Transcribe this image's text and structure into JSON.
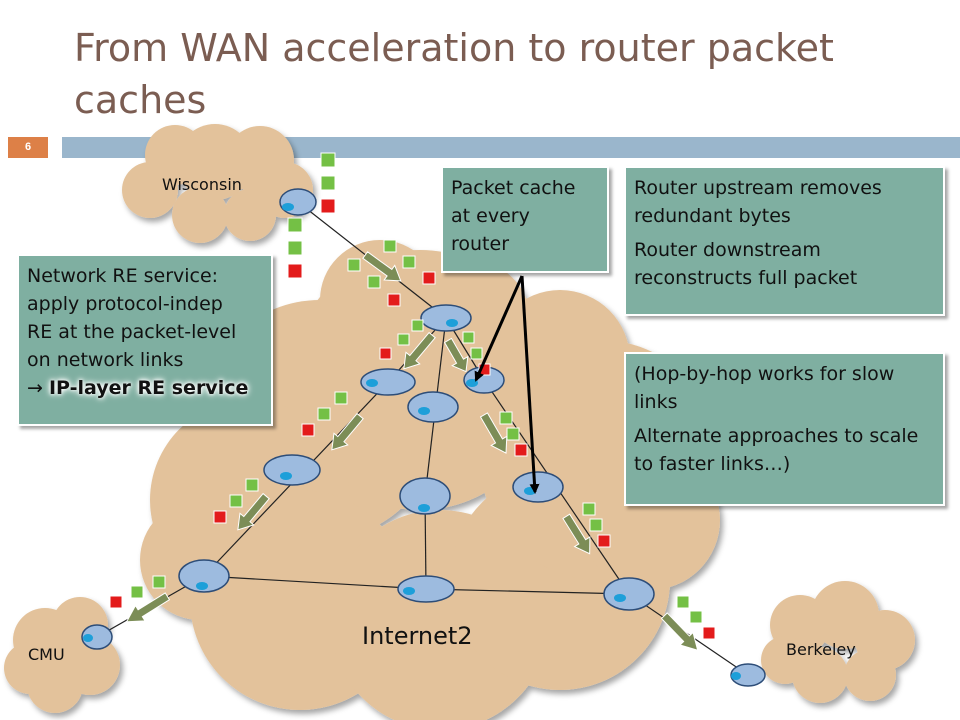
{
  "slide": {
    "title": "From WAN acceleration to router packet caches",
    "number": "6"
  },
  "clouds": {
    "wisconsin": "Wisconsin",
    "internet2": "Internet2",
    "cmu": "CMU",
    "berkeley": "Berkeley"
  },
  "callouts": {
    "network_re": {
      "lines": [
        "Network RE service:",
        "apply protocol-indep",
        "RE at the packet-level",
        "on network links"
      ],
      "arrow": "→",
      "highlight": "IP-layer RE service"
    },
    "packet_cache": {
      "lines": [
        "Packet cache",
        "at every",
        "router"
      ]
    },
    "router_upstream": {
      "para1": "Router upstream removes redundant bytes",
      "para2": "Router downstream reconstructs full packet"
    },
    "hop_by_hop": {
      "para1": "(Hop-by-hop works for slow links",
      "para2": "Alternate approaches to scale to faster links…)"
    }
  },
  "colors": {
    "title": "#7b5d52",
    "band": "#9ab6cc",
    "slide_number_bg": "#dd8047",
    "cloud": "#e3c29b",
    "callout": "#7fafa1",
    "router": "#9dbbdf",
    "packet_green": "#74c045",
    "packet_red": "#e31b1b",
    "flow_arrow": "#7c8d57"
  },
  "icons": [
    "router-icon",
    "packet-icon",
    "flow-arrow-icon",
    "cloud-icon"
  ]
}
